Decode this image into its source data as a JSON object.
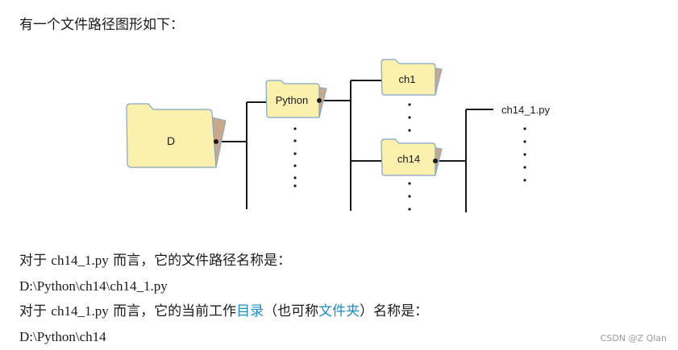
{
  "intro": "有一个文件路径图形如下：",
  "folders": {
    "root": "D",
    "python": "Python",
    "ch1": "ch1",
    "ch14": "ch14"
  },
  "file_label": "ch14_1.py",
  "text": {
    "line1_pre": "对于 ",
    "line1_code": "ch14_1.py",
    "line1_post": " 而言，它的文件路径名称是：",
    "line2": "D:\\Python\\ch14\\ch14_1.py",
    "line3_pre": "对于 ",
    "line3_code": "ch14_1.py",
    "line3_mid": " 而言，它的当前工作",
    "line3_hl1": "目录",
    "line3_mid2": "（也可称",
    "line3_hl2": "文件夹",
    "line3_post": "）名称是：",
    "line4": "D:\\Python\\ch14"
  },
  "watermark": "CSDN @Z Qlan",
  "colors": {
    "folder_fill": "#fbf0ad",
    "folder_back": "#c9a88c",
    "folder_stroke": "#7fa7c9",
    "line": "#1a1a1a",
    "highlight": "#1e8bbf"
  }
}
